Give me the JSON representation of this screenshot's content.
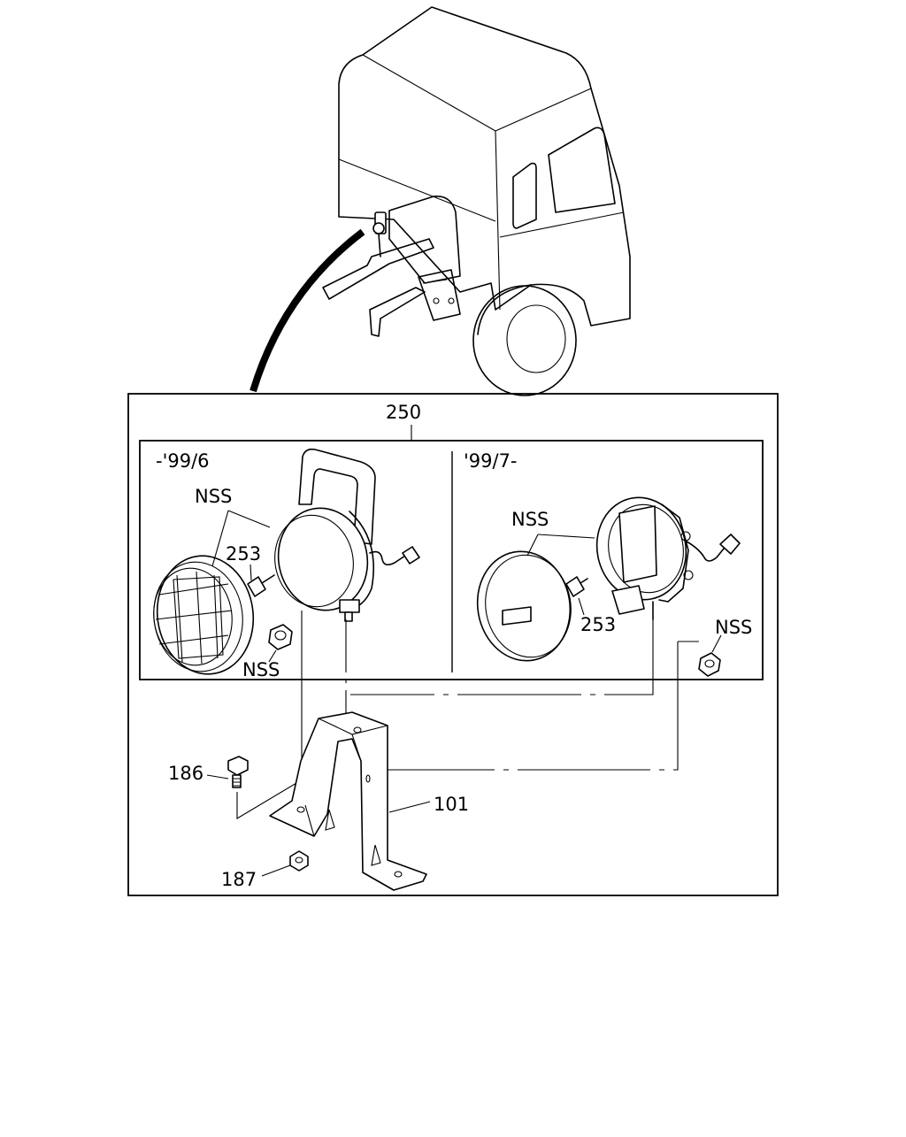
{
  "diagram": {
    "labels": {
      "assembly": "250",
      "version_early": "-'99/6",
      "version_late": "'99/7-",
      "nss_left_lens": "NSS",
      "bulb_left": "253",
      "nss_left_nut": "NSS",
      "nss_right_lens": "NSS",
      "bulb_right": "253",
      "nss_right_nut": "NSS",
      "bolt": "186",
      "bracket": "101",
      "nut": "187"
    }
  }
}
